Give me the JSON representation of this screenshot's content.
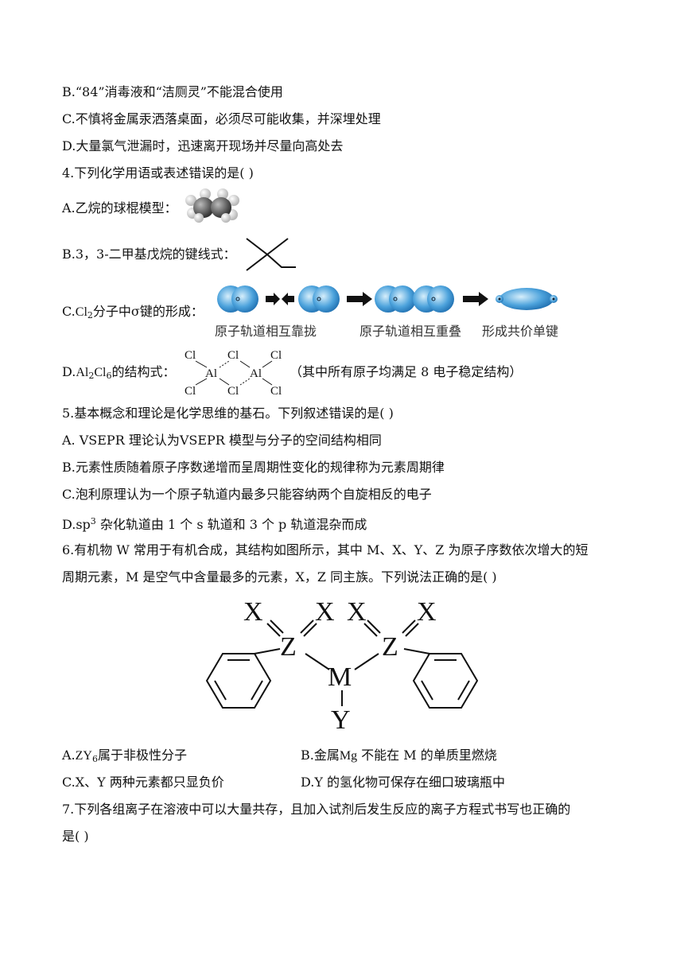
{
  "q3": {
    "B": "B.“84”消毒液和“洁厕灵”不能混合使用",
    "C": "C.不慎将金属汞洒落桌面，必须尽可能收集，并深埋处理",
    "D": "D.大量氯气泄漏时，迅速离开现场并尽量向高处去"
  },
  "q4": {
    "stem": "4.下列化学用语或表述错误的是(   )",
    "A": "A.乙烷的球棍模型：",
    "B": "B.3，3-二甲基戊烷的键线式：",
    "C_prefix": "C.",
    "C_formula": "Cl",
    "C_sub": "2",
    "C_suffix": "分子中σ键的形成：",
    "C_cap1": "原子轨道相互靠拢",
    "C_cap2": "原子轨道相互重叠",
    "C_cap3": "形成共价单键",
    "D_prefix": "D.",
    "D_formula1": "Al",
    "D_sub1": "2",
    "D_formula2": "Cl",
    "D_sub2": "6",
    "D_suffix": "的结构式：",
    "D_note": "（其中所有原子均满足 8 电子稳定结构）",
    "D_cl": "Cl",
    "D_al": "Al"
  },
  "q5": {
    "stem": "5.基本概念和理论是化学思维的基石。下列叙述错误的是(   )",
    "A": "A. VSEPR 理论认为VSEPR 模型与分子的空间结构相同",
    "B": "B.元素性质随着原子序数递增而呈周期性变化的规律称为元素周期律",
    "C": "C.泡利原理认为一个原子轨道内最多只能容纳两个自旋相反的电子",
    "D_prefix": "D.sp",
    "D_sup": "3",
    "D_suffix": " 杂化轨道由 1 个 s 轨道和 3 个 p 轨道混杂而成"
  },
  "q6": {
    "stem1": "6.有机物 W 常用于有机合成，其结构如图所示，其中 M、X、Y、Z 为原子序数依次增大的短",
    "stem2": "周期元素，M 是空气中含量最多的元素，X，Z 同主族。下列说法正确的是(   )",
    "labels": {
      "X": "X",
      "Z": "Z",
      "M": "M",
      "Y": "Y"
    },
    "A_prefix": "A.",
    "A_formula": "ZY",
    "A_sub": "6",
    "A_suffix": "属于非极性分子",
    "B_prefix": "B.金属",
    "B_formula": "Mg",
    "B_suffix": " 不能在 M 的单质里燃烧",
    "C": "C.X、Y 两种元素都只显负价",
    "D": "D.Y 的氢化物可保存在细口玻璃瓶中"
  },
  "q7": {
    "stem1": "7.下列各组离子在溶液中可以大量共存，且加入试剂后发生反应的离子方程式书写也正确的",
    "stem2": "是(   )"
  },
  "colors": {
    "text": "#111111",
    "orbital": "#3b8fd0",
    "orbital_light": "#a9d6f2",
    "atom_dark": "#555555",
    "atom_h": "#e6e6e6"
  }
}
